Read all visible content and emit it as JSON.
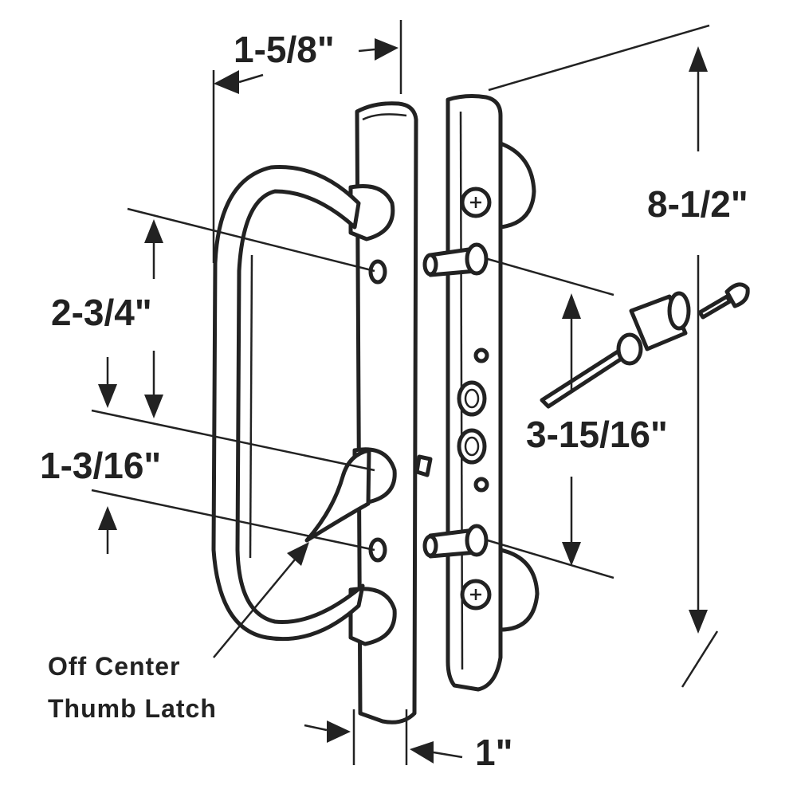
{
  "diagram": {
    "dimensions": {
      "depth": "1-5/8\"",
      "height": "8-1/2\"",
      "hole_spacing": "2-3/4\"",
      "latch_offset": "1-3/16\"",
      "mount_spacing": "3-15/16\"",
      "width": "1\""
    },
    "callout": {
      "line1": "Off Center",
      "line2": "Thumb Latch"
    }
  }
}
